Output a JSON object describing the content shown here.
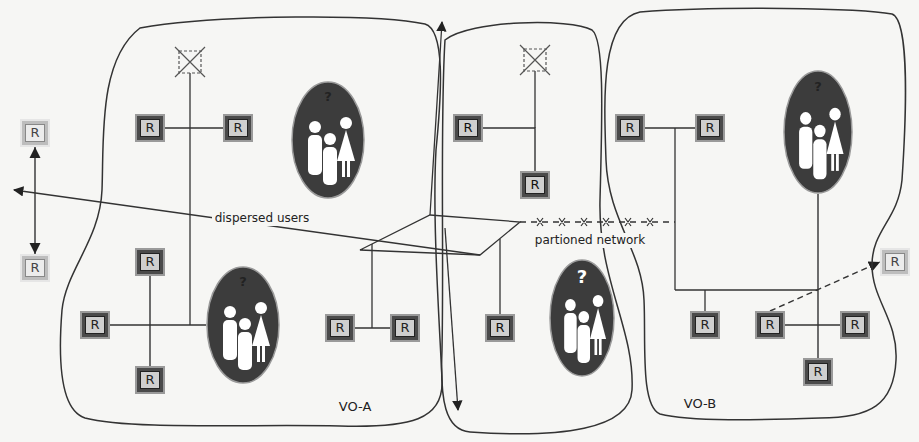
{
  "diagram": {
    "nodes": [
      {
        "text": [
          "R"
        ]
      },
      {
        "text": [
          "R"
        ]
      },
      {
        "text": [
          "VO-A"
        ]
      },
      {
        "text": [
          "R"
        ],
        "in": 2
      },
      {
        "text": [
          "R"
        ],
        "in": 2
      },
      {
        "text": [
          "?"
        ],
        "in": 2
      },
      {
        "text": [
          "R"
        ],
        "in": 2
      },
      {
        "text": [
          "R"
        ],
        "in": 2
      },
      {
        "text": [
          "?"
        ],
        "in": 2
      },
      {
        "text": [
          "R"
        ],
        "in": 2
      },
      {
        "text": [
          "R"
        ],
        "in": 2
      },
      {
        "text": [
          "R"
        ],
        "in": 2
      },
      {
        "text": [
          "R"
        ]
      },
      {
        "text": [
          "R"
        ]
      },
      {
        "text": [
          "?"
        ]
      },
      {
        "text": [
          "R"
        ]
      },
      {
        "text": [
          "VO-B"
        ]
      },
      {
        "text": [
          "R"
        ],
        "in": 16
      },
      {
        "text": [
          "R"
        ],
        "in": 16
      },
      {
        "text": [
          "?"
        ],
        "in": 16
      },
      {
        "text": [
          "R"
        ],
        "in": 16
      },
      {
        "text": [
          "R"
        ],
        "in": 16
      },
      {
        "text": [
          "R"
        ],
        "in": 16
      },
      {
        "text": [
          "R"
        ],
        "in": 16
      },
      {
        "text": [
          "R"
        ]
      }
    ],
    "edges": [
      {
        "from": 0,
        "to": 1,
        "arrow": "both"
      },
      {
        "from": 3,
        "to": 4,
        "arrow": "none"
      },
      {
        "from": 6,
        "to": 9,
        "arrow": "none"
      },
      {
        "from": 7,
        "to": 8,
        "arrow": "none"
      },
      {
        "from": 10,
        "to": 11,
        "arrow": "none"
      },
      {
        "from": 12,
        "to": 13,
        "arrow": "none"
      },
      {
        "from": 17,
        "to": 18,
        "arrow": "none"
      },
      {
        "from": 19,
        "to": 23,
        "arrow": "none"
      },
      {
        "from": 21,
        "to": 22,
        "arrow": "none"
      },
      {
        "from": 21,
        "to": 24,
        "arrow": "to"
      }
    ],
    "labels": [
      "dispersed users",
      "partioned network"
    ]
  }
}
